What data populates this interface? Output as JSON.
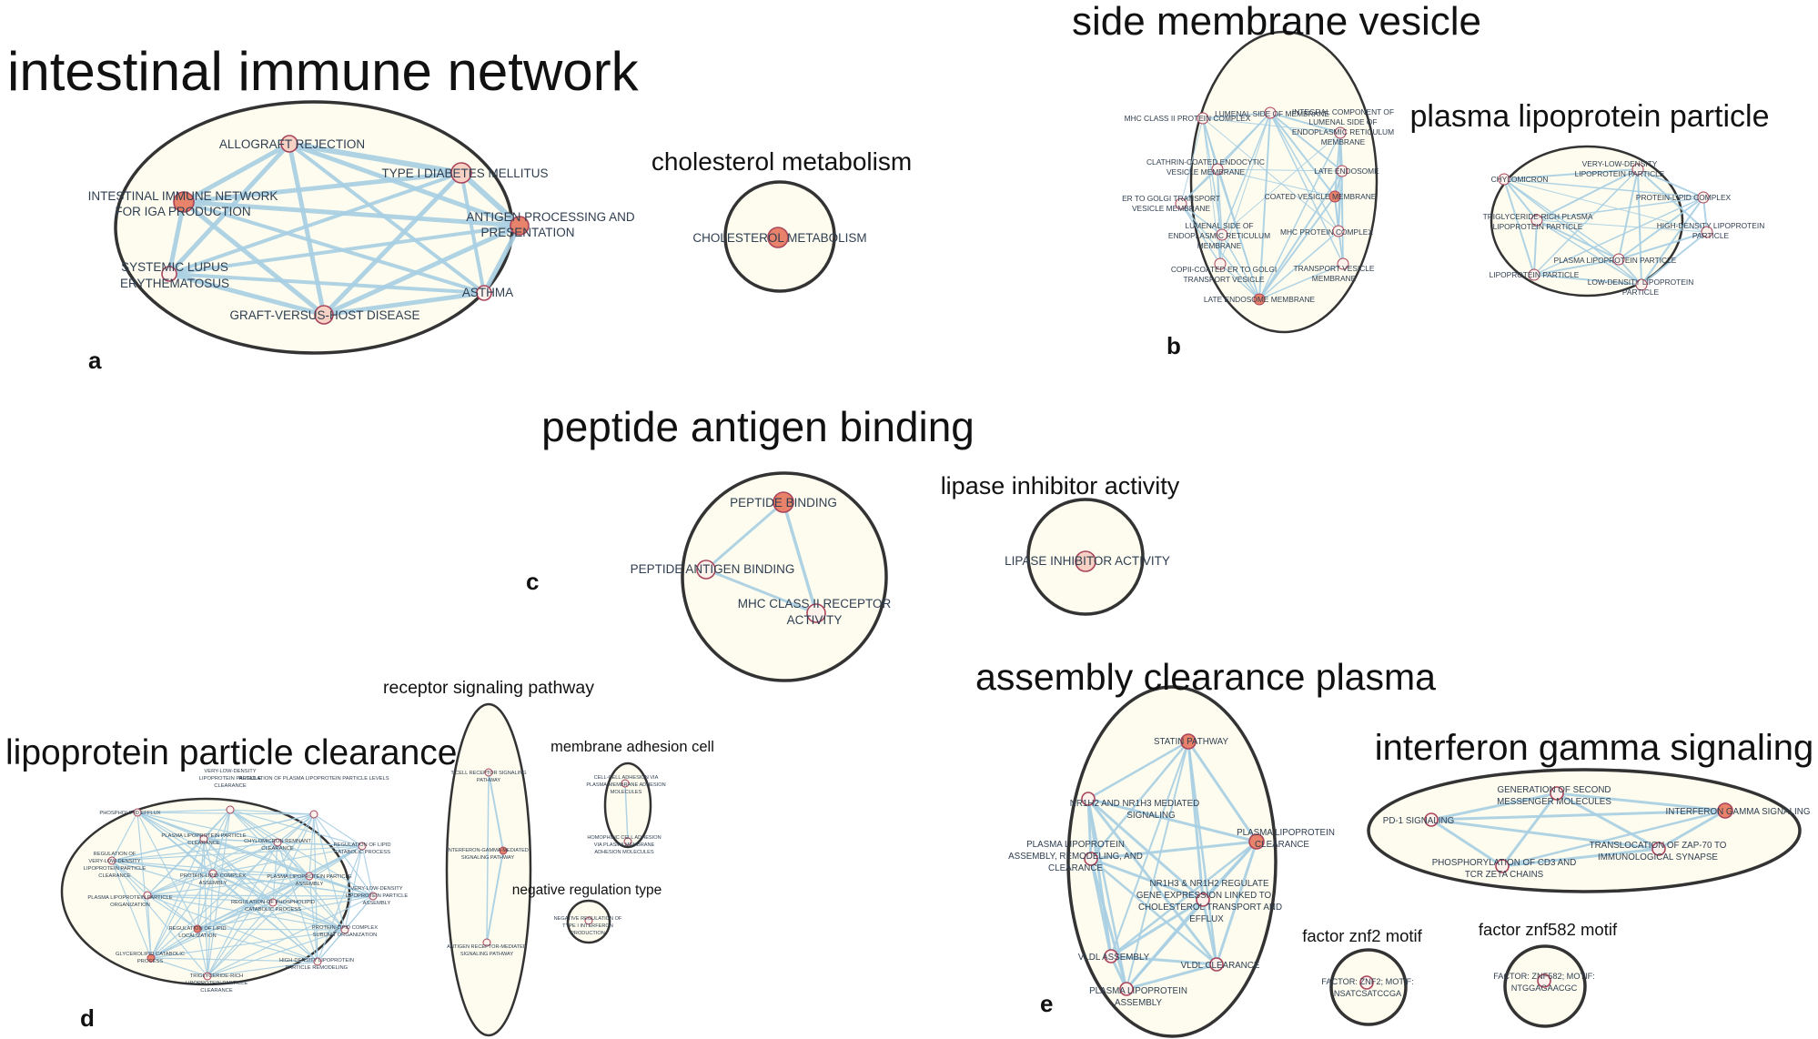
{
  "colors": {
    "cluster_fill": "#fdfcef",
    "cluster_stroke": "#333333",
    "edge": "#a8cfe3",
    "node_filled": "#e8826a",
    "node_light": "#f7d2c4",
    "node_empty": "#fdf1ec",
    "node_stroke": "#a9445a"
  },
  "panel_letters": [
    "a",
    "b",
    "c",
    "d",
    "e"
  ],
  "clusters": [
    {
      "id": "intestinal",
      "title": "intestinal immune network",
      "nodes": [
        "ALLOGRAFT REJECTION",
        "TYPE I DIABETES MELLITUS",
        "INTESTINAL IMMUNE NETWORK FOR IGA PRODUCTION",
        "ANTIGEN PROCESSING AND PRESENTATION",
        "SYSTEMIC LUPUS ERYTHEMATOSUS",
        "ASTHMA",
        "GRAFT-VERSUS-HOST DISEASE"
      ]
    },
    {
      "id": "cholesterol",
      "title": "cholesterol metabolism",
      "nodes": [
        "CHOLESTEROL METABOLISM"
      ]
    },
    {
      "id": "sidemembrane",
      "title": "side membrane vesicle",
      "nodes": [
        "LUMENAL SIDE OF MEMBRANE",
        "MHC CLASS II PROTEIN COMPLEX",
        "INTEGRAL COMPONENT OF LUMENAL SIDE OF ENDOPLASMIC RETICULUM MEMBRANE",
        "CLATHRIN-COATED ENDOCYTIC VESICLE MEMBRANE",
        "LATE ENDOSOME",
        "ER TO GOLGI TRANSPORT VESICLE MEMBRANE",
        "COATED VESICLE MEMBRANE",
        "LUMENAL SIDE OF ENDOPLASMIC RETICULUM MEMBRANE",
        "MHC PROTEIN COMPLEX",
        "COPII-COATED ER TO GOLGI TRANSPORT VESICLE",
        "TRANSPORT VESICLE MEMBRANE",
        "LATE ENDOSOME MEMBRANE"
      ]
    },
    {
      "id": "plasmalipo",
      "title": "plasma lipoprotein particle",
      "nodes": [
        "VERY-LOW-DENSITY LIPOPROTEIN PARTICLE",
        "CHYLOMICRON",
        "PROTEIN-LIPID COMPLEX",
        "TRIGLYCERIDE-RICH PLASMA LIPOPROTEIN PARTICLE",
        "HIGH-DENSITY LIPOPROTEIN PARTICLE",
        "PLASMA LIPOPROTEIN PARTICLE",
        "LIPOPROTEIN PARTICLE",
        "LOW-DENSITY LIPOPROTEIN PARTICLE"
      ]
    },
    {
      "id": "peptide",
      "title": "peptide antigen binding",
      "nodes": [
        "PEPTIDE BINDING",
        "PEPTIDE ANTIGEN BINDING",
        "MHC CLASS II RECEPTOR ACTIVITY"
      ]
    },
    {
      "id": "lipase",
      "title": "lipase inhibitor activity",
      "nodes": [
        "LIPASE INHIBITOR ACTIVITY"
      ]
    },
    {
      "id": "receptor",
      "title": "receptor signaling pathway",
      "nodes": [
        "T CELL RECEPTOR SIGNALING PATHWAY",
        "INTERFERON-GAMMA-MEDIATED SIGNALING PATHWAY",
        "ANTIGEN RECEPTOR-MEDIATED SIGNALING PATHWAY"
      ]
    },
    {
      "id": "membraneadh",
      "title": "membrane adhesion cell",
      "nodes": [
        "CELL-CELL ADHESION VIA PLASMA-MEMBRANE ADHESION MOLECULES",
        "HOMOPHILIC CELL ADHESION VIA PLASMA MEMBRANE ADHESION MOLECULES"
      ]
    },
    {
      "id": "negreg",
      "title": "negative regulation type",
      "nodes": [
        "NEGATIVE REGULATION OF TYPE I INTERFERON PRODUCTION"
      ]
    },
    {
      "id": "lipoclear",
      "title": "lipoprotein particle clearance",
      "nodes": [
        "PHOSPHOLIPID EFFLUX",
        "VERY-LOW-DENSITY LIPOPROTEIN PARTICLE CLEARANCE",
        "REGULATION OF PLASMA LIPOPROTEIN PARTICLE LEVELS",
        "PLASMA LIPOPROTEIN PARTICLE CLEARANCE",
        "CHYLOMICRON REMNANT CLEARANCE",
        "REGULATION OF LIPID CATABOLIC PROCESS",
        "REGULATION OF VERY-LOW-DENSITY LIPOPROTEIN PARTICLE CLEARANCE",
        "PROTEIN-LIPID COMPLEX ASSEMBLY",
        "PLASMA LIPOPROTEIN PARTICLE ASSEMBLY",
        "VERY-LOW-DENSITY LIPOPROTEIN PARTICLE ASSEMBLY",
        "PLASMA LIPOPROTEIN PARTICLE ORGANIZATION",
        "REGULATION OF PHOSPHOLIPID CATABOLIC PROCESS",
        "REGULATION OF LIPID LOCALIZATION",
        "PROTEIN-LIPID COMPLEX SUBUNIT ORGANIZATION",
        "GLYCEROLIPID CATABOLIC PROCESS",
        "TRIGLYCERIDE-RICH LIPOPROTEIN PARTICLE CLEARANCE",
        "HIGH-DENSITY LIPOPROTEIN PARTICLE REMODELING"
      ]
    },
    {
      "id": "assembly",
      "title": "assembly clearance plasma",
      "nodes": [
        "STATIN PATHWAY",
        "NR1H2 AND NR1H3 MEDIATED SIGNALING",
        "PLASMA LIPOPROTEIN CLEARANCE",
        "PLASMA LIPOPROTEIN ASSEMBLY, REMODELING, AND CLEARANCE",
        "NR1H3 & NR1H2 REGULATE GENE EXPRESSION LINKED TO CHOLESTEROL TRANSPORT AND EFFLUX",
        "VLDL ASSEMBLY",
        "VLDL CLEARANCE",
        "PLASMA LIPOPROTEIN ASSEMBLY"
      ]
    },
    {
      "id": "interferon",
      "title": "interferon gamma signaling",
      "nodes": [
        "GENERATION OF SECOND MESSENGER MOLECULES",
        "INTERFERON GAMMA SIGNALING",
        "PD-1 SIGNALING",
        "TRANSLOCATION OF ZAP-70 TO IMMUNOLOGICAL SYNAPSE",
        "PHOSPHORYLATION OF CD3 AND TCR ZETA CHAINS"
      ]
    },
    {
      "id": "znf2",
      "title": "factor znf2 motif",
      "nodes": [
        "FACTOR: ZNF2; MOTIF: NSATCSATCCGA"
      ]
    },
    {
      "id": "znf582",
      "title": "factor znf582 motif",
      "nodes": [
        "FACTOR: ZNF582; MOTIF: NTGGAGAACGC"
      ]
    }
  ]
}
